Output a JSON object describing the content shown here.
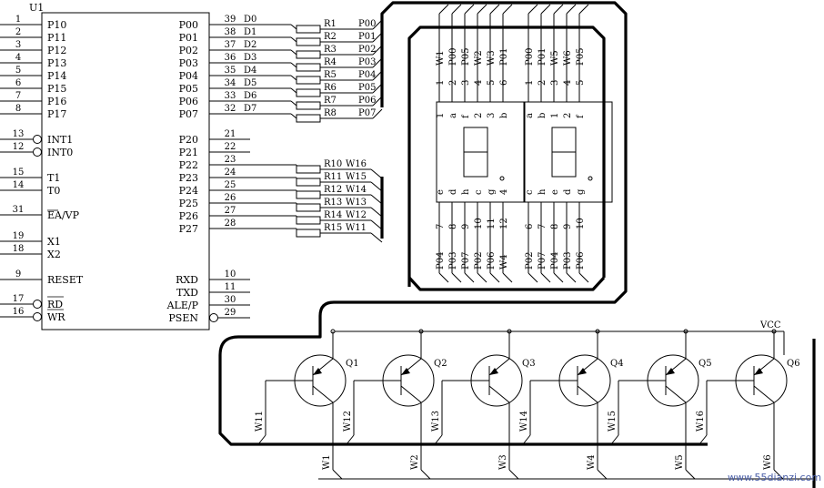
{
  "ic": {
    "ref": "U1",
    "left_pins": [
      {
        "num": "1",
        "name": "P10"
      },
      {
        "num": "2",
        "name": "P11"
      },
      {
        "num": "3",
        "name": "P12"
      },
      {
        "num": "4",
        "name": "P13"
      },
      {
        "num": "5",
        "name": "P14"
      },
      {
        "num": "6",
        "name": "P15"
      },
      {
        "num": "7",
        "name": "P16"
      },
      {
        "num": "8",
        "name": "P17"
      },
      {
        "num": "13",
        "name": "INT1"
      },
      {
        "num": "12",
        "name": "INT0"
      },
      {
        "num": "15",
        "name": "T1"
      },
      {
        "num": "14",
        "name": "T0"
      },
      {
        "num": "31",
        "name": "EA/VP"
      },
      {
        "num": "19",
        "name": "X1"
      },
      {
        "num": "18",
        "name": "X2"
      },
      {
        "num": "9",
        "name": "RESET"
      },
      {
        "num": "17",
        "name": "RD"
      },
      {
        "num": "16",
        "name": "WR"
      }
    ],
    "right_pins": [
      {
        "num": "39",
        "name": "P00",
        "net": "D0"
      },
      {
        "num": "38",
        "name": "P01",
        "net": "D1"
      },
      {
        "num": "37",
        "name": "P02",
        "net": "D2"
      },
      {
        "num": "36",
        "name": "P03",
        "net": "D3"
      },
      {
        "num": "35",
        "name": "P04",
        "net": "D4"
      },
      {
        "num": "34",
        "name": "P05",
        "net": "D5"
      },
      {
        "num": "33",
        "name": "P06",
        "net": "D6"
      },
      {
        "num": "32",
        "name": "P07",
        "net": "D7"
      },
      {
        "num": "21",
        "name": "P20",
        "net": ""
      },
      {
        "num": "22",
        "name": "P21",
        "net": ""
      },
      {
        "num": "23",
        "name": "P22",
        "net": ""
      },
      {
        "num": "24",
        "name": "P23",
        "net": ""
      },
      {
        "num": "25",
        "name": "P24",
        "net": ""
      },
      {
        "num": "26",
        "name": "P25",
        "net": ""
      },
      {
        "num": "27",
        "name": "P26",
        "net": ""
      },
      {
        "num": "28",
        "name": "P27",
        "net": ""
      },
      {
        "num": "10",
        "name": "RXD",
        "net": ""
      },
      {
        "num": "11",
        "name": "TXD",
        "net": ""
      },
      {
        "num": "30",
        "name": "ALE/P",
        "net": ""
      },
      {
        "num": "29",
        "name": "PSEN",
        "net": ""
      }
    ]
  },
  "data_resistors": [
    {
      "ref": "R1",
      "net": "P00"
    },
    {
      "ref": "R2",
      "net": "P01"
    },
    {
      "ref": "R3",
      "net": "P02"
    },
    {
      "ref": "R4",
      "net": "P03"
    },
    {
      "ref": "R5",
      "net": "P04"
    },
    {
      "ref": "R6",
      "net": "P05"
    },
    {
      "ref": "R7",
      "net": "P06"
    },
    {
      "ref": "R8",
      "net": "P07"
    }
  ],
  "digit_resistors": [
    {
      "ref": "R10",
      "net": "W16"
    },
    {
      "ref": "R11",
      "net": "W15"
    },
    {
      "ref": "R12",
      "net": "W14"
    },
    {
      "ref": "R13",
      "net": "W13"
    },
    {
      "ref": "R14",
      "net": "W12"
    },
    {
      "ref": "R15",
      "net": "W11"
    }
  ],
  "display_left": {
    "top_nets": [
      "W1",
      "P00",
      "P05",
      "W2",
      "W3",
      "P01"
    ],
    "top_pins": [
      "1",
      "2",
      "3",
      "4",
      "5",
      "6"
    ],
    "inner_top": [
      "1",
      "a",
      "f",
      "2",
      "3",
      "b"
    ],
    "inner_bot": [
      "e",
      "d",
      "h",
      "c",
      "g",
      "4"
    ],
    "bot_pins": [
      "7",
      "8",
      "9",
      "10",
      "11",
      "12"
    ],
    "bot_nets": [
      "P04",
      "P03",
      "P07",
      "P02",
      "P06",
      "W4"
    ]
  },
  "display_right": {
    "top_nets": [
      "P00",
      "P01",
      "W5",
      "W6",
      "P05"
    ],
    "top_pins": [
      "1",
      "2",
      "3",
      "4",
      "5"
    ],
    "inner_top": [
      "a",
      "b",
      "1",
      "2",
      "f"
    ],
    "inner_bot": [
      "c",
      "h",
      "e",
      "d",
      "g"
    ],
    "bot_pins": [
      "6",
      "7",
      "8",
      "9",
      "10"
    ],
    "bot_nets": [
      "P02",
      "P07",
      "P04",
      "P03",
      "P06"
    ]
  },
  "transistors": [
    {
      "ref": "Q1",
      "base": "W11",
      "out": "W1"
    },
    {
      "ref": "Q2",
      "base": "W12",
      "out": "W2"
    },
    {
      "ref": "Q3",
      "base": "W13",
      "out": "W3"
    },
    {
      "ref": "Q4",
      "base": "W14",
      "out": "W4"
    },
    {
      "ref": "Q5",
      "base": "W15",
      "out": "W5"
    },
    {
      "ref": "Q6",
      "base": "W16",
      "out": "W6"
    }
  ],
  "supply": "VCC",
  "watermark": "www.55dianzi.com"
}
